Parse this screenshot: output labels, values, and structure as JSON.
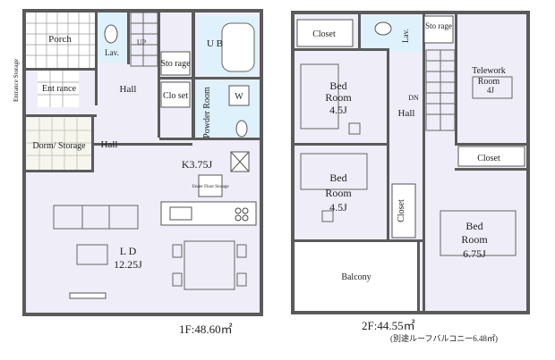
{
  "floor1": {
    "rooms": {
      "porch": "Porch",
      "lav": "Lav.",
      "up": "UP",
      "entrance_storage": "Entrance Storage",
      "entrance": "Ent rance",
      "hall_upper": "Hall",
      "storage": "Sto rage",
      "ub": "U B",
      "closet": "Clo set",
      "powder_room": "Powder Room",
      "w": "W",
      "dorm_storage": "Dorm/ Storage",
      "hall_lower": "Hall",
      "kitchen": "K3.75J",
      "under_floor_storage": "Under Floor Storage",
      "ld_name": "L D",
      "ld_size": "12.25J"
    },
    "caption": "1F:48.60㎡"
  },
  "floor2": {
    "rooms": {
      "closet_top": "Closet",
      "lav": "Lav.",
      "storage": "Sto rage",
      "telework_line1": "Telework",
      "telework_line2": "Room",
      "telework_size": "4J",
      "bed1_line1": "Bed",
      "bed1_line2": "Room",
      "bed1_size": "4.5J",
      "dn": "DN",
      "hall": "Hall",
      "bed2_line1": "Bed",
      "bed2_line2": "Room",
      "bed2_size": "4.5J",
      "closet_mid": "Closet",
      "closet_vertical": "Closet",
      "bed3_line1": "Bed",
      "bed3_line2": "Room",
      "bed3_size": "6.75J",
      "balcony": "Balcony"
    },
    "caption": "2F:44.55㎡",
    "note": "(別途ルーフバルコニー6.48㎡)"
  }
}
